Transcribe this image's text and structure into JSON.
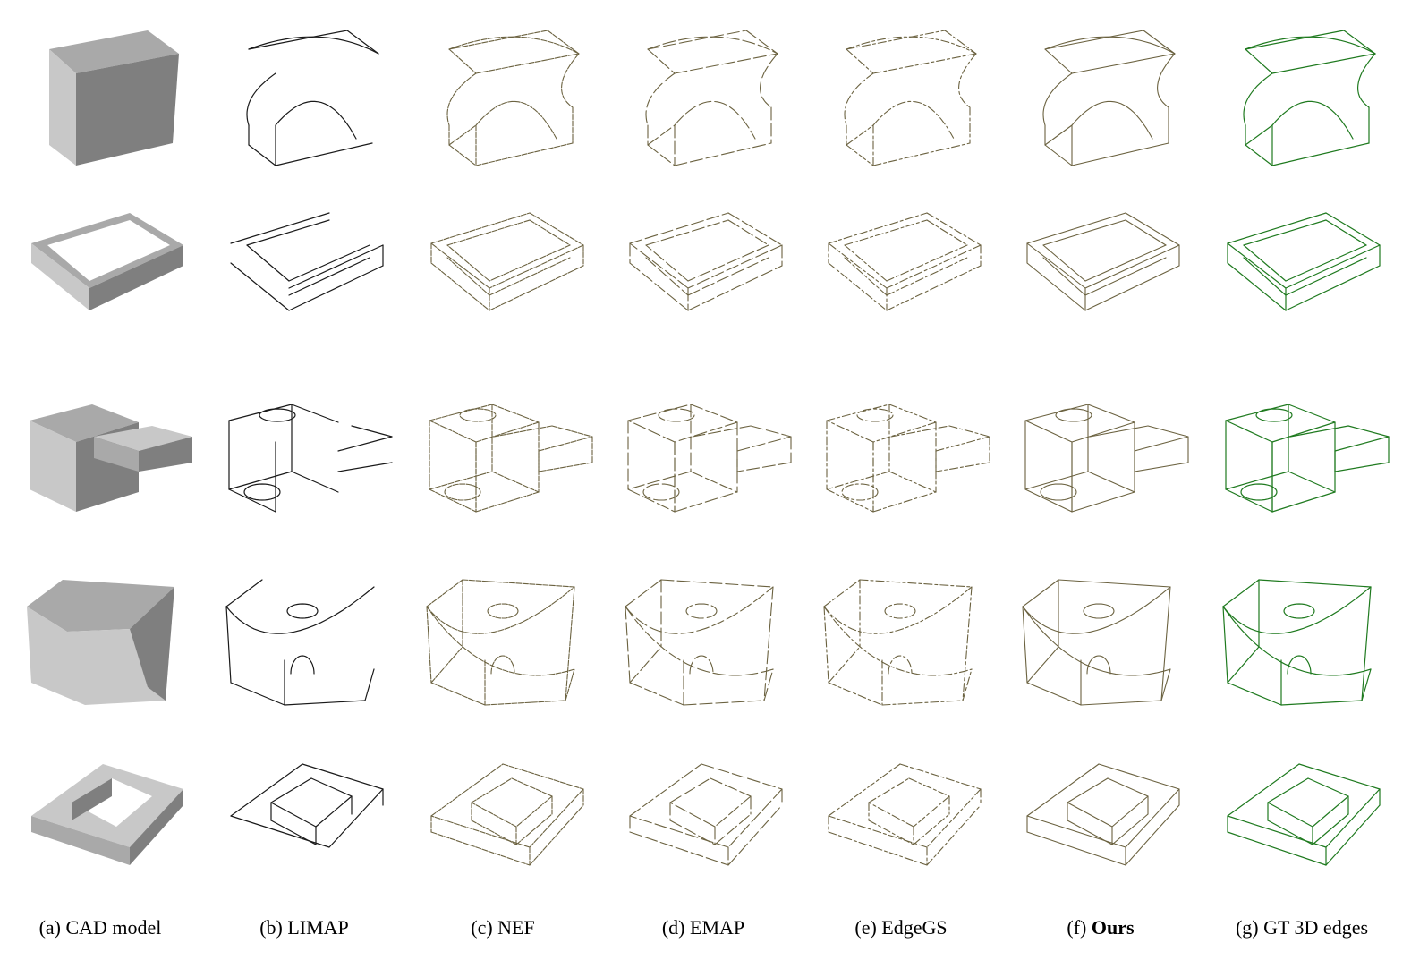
{
  "figure": {
    "columns": [
      {
        "key": "a",
        "prefix": "(a) ",
        "label": "CAD model",
        "bold": false,
        "style": "cad"
      },
      {
        "key": "b",
        "prefix": "(b) ",
        "label": "LIMAP",
        "bold": false,
        "style": "limap"
      },
      {
        "key": "c",
        "prefix": "(c) ",
        "label": "NEF",
        "bold": false,
        "style": "nef"
      },
      {
        "key": "d",
        "prefix": "(d) ",
        "label": "EMAP",
        "bold": false,
        "style": "emap"
      },
      {
        "key": "e",
        "prefix": "(e) ",
        "label": "EdgeGS",
        "bold": false,
        "style": "edgegs"
      },
      {
        "key": "f",
        "prefix": "(f) ",
        "label": "Ours",
        "bold": true,
        "style": "ours"
      },
      {
        "key": "g",
        "prefix": "(g) ",
        "label": "GT 3D edges",
        "bold": false,
        "style": "gt"
      }
    ],
    "rows": [
      {
        "shape": "arch-block"
      },
      {
        "shape": "thin-frame"
      },
      {
        "shape": "box-with-arm"
      },
      {
        "shape": "saddle-block"
      },
      {
        "shape": "square-ring"
      }
    ],
    "colors": {
      "cad_light": "#c8c8c8",
      "cad_mid": "#a9a9a9",
      "cad_dark": "#7f7f7f",
      "limap": "#1a1a1a",
      "recon": "#6b6240",
      "gt": "#1f7a1f"
    }
  }
}
